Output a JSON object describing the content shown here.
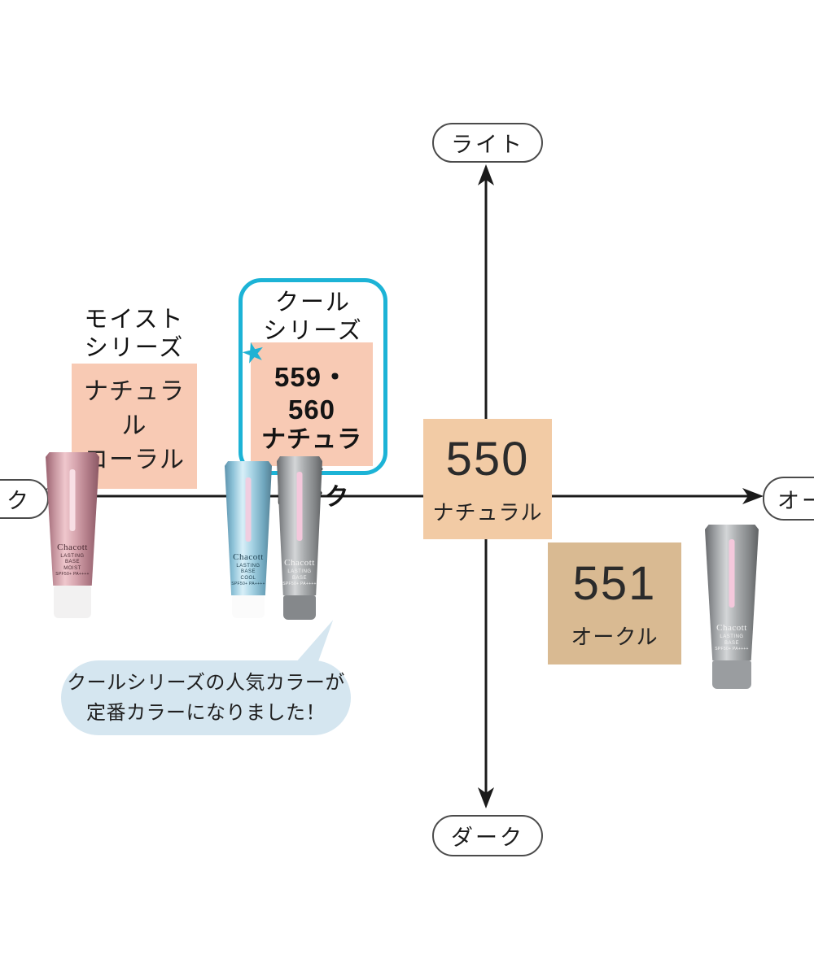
{
  "axis": {
    "top_label": "ライト",
    "bottom_label": "ダーク",
    "right_label_partial": "オー",
    "left_label_partial": "ク"
  },
  "moist_series": {
    "title_line1": "モイスト",
    "title_line2": "シリーズ",
    "shade_line1": "ナチュラル",
    "shade_line2": "コーラル"
  },
  "cool_series": {
    "title_line1": "クール",
    "title_line2": "シリーズ",
    "star": "★",
    "code": "559・560",
    "shade_line1": "ナチュラル",
    "shade_line2": "ピンク"
  },
  "center_box": {
    "code": "550",
    "shade": "ナチュラル"
  },
  "ochre_box": {
    "code": "551",
    "shade": "オークル"
  },
  "callout": {
    "line1": "クールシリーズの人気カラーが",
    "line2": "定番カラーになりました！"
  },
  "tubes": {
    "moist_pink": {
      "brand": "Chacott",
      "line1": "LASTING",
      "line2": "BASE",
      "variant": "MOIST",
      "spf": "SPF50+ PA++++"
    },
    "cool_blue": {
      "brand": "Chacott",
      "line1": "LASTING",
      "line2": "BASE",
      "variant": "COOL",
      "spf": "SPF50+ PA++++"
    },
    "gray_559": {
      "brand": "Chacott",
      "line1": "LASTING",
      "line2": "BASE",
      "variant": "",
      "spf": "SPF50+ PA++++"
    },
    "gray_551": {
      "brand": "Chacott",
      "line1": "LASTING",
      "line2": "BASE",
      "variant": "",
      "spf": "SPF50+ PA++++"
    }
  },
  "colors": {
    "peach_box": "#f8cab4",
    "natural_box": "#f2cba5",
    "ochre_box": "#d9ba92",
    "cool_accent": "#1cb3d6",
    "bubble_blue": "#d5e6f0"
  }
}
